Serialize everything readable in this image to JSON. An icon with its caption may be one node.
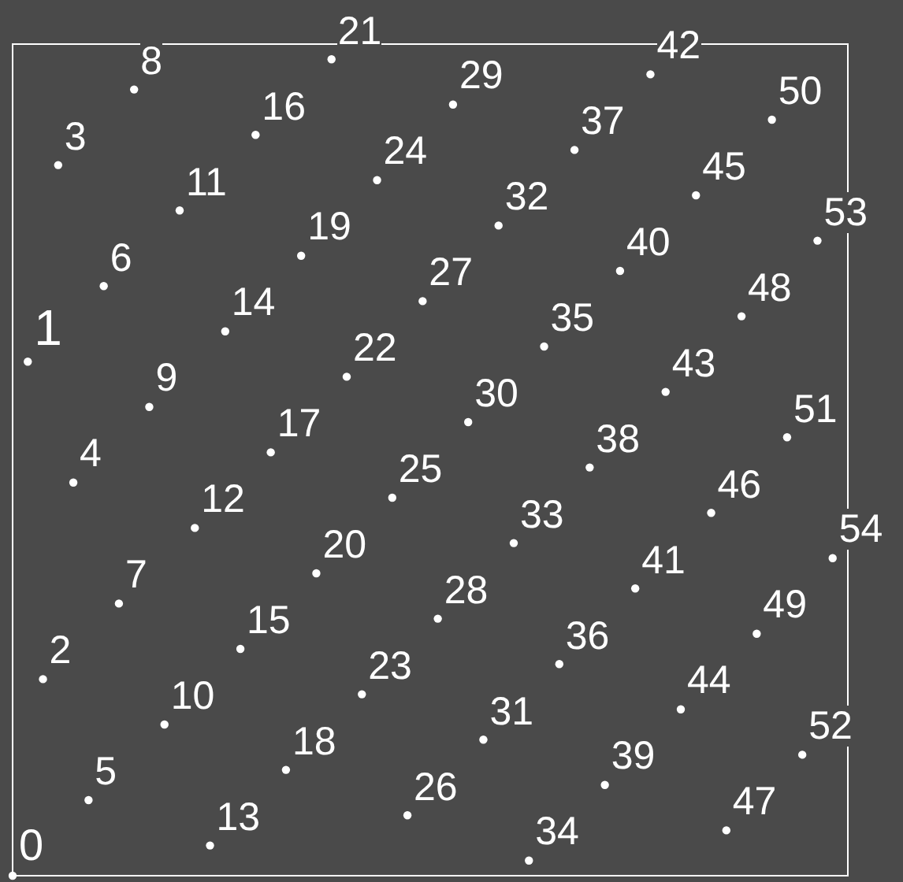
{
  "diagram": {
    "labels": [
      "0",
      "1",
      "2",
      "3",
      "4",
      "5",
      "6",
      "7",
      "8",
      "9",
      "10",
      "11",
      "12",
      "13",
      "14",
      "15",
      "16",
      "17",
      "18",
      "19",
      "20",
      "21",
      "22",
      "23",
      "24",
      "25",
      "26",
      "27",
      "28",
      "29",
      "30",
      "31",
      "32",
      "33",
      "34",
      "35",
      "36",
      "37",
      "38",
      "39",
      "40",
      "41",
      "42",
      "43",
      "44",
      "45",
      "46",
      "47",
      "48",
      "49",
      "50",
      "51",
      "52",
      "53",
      "54"
    ]
  }
}
